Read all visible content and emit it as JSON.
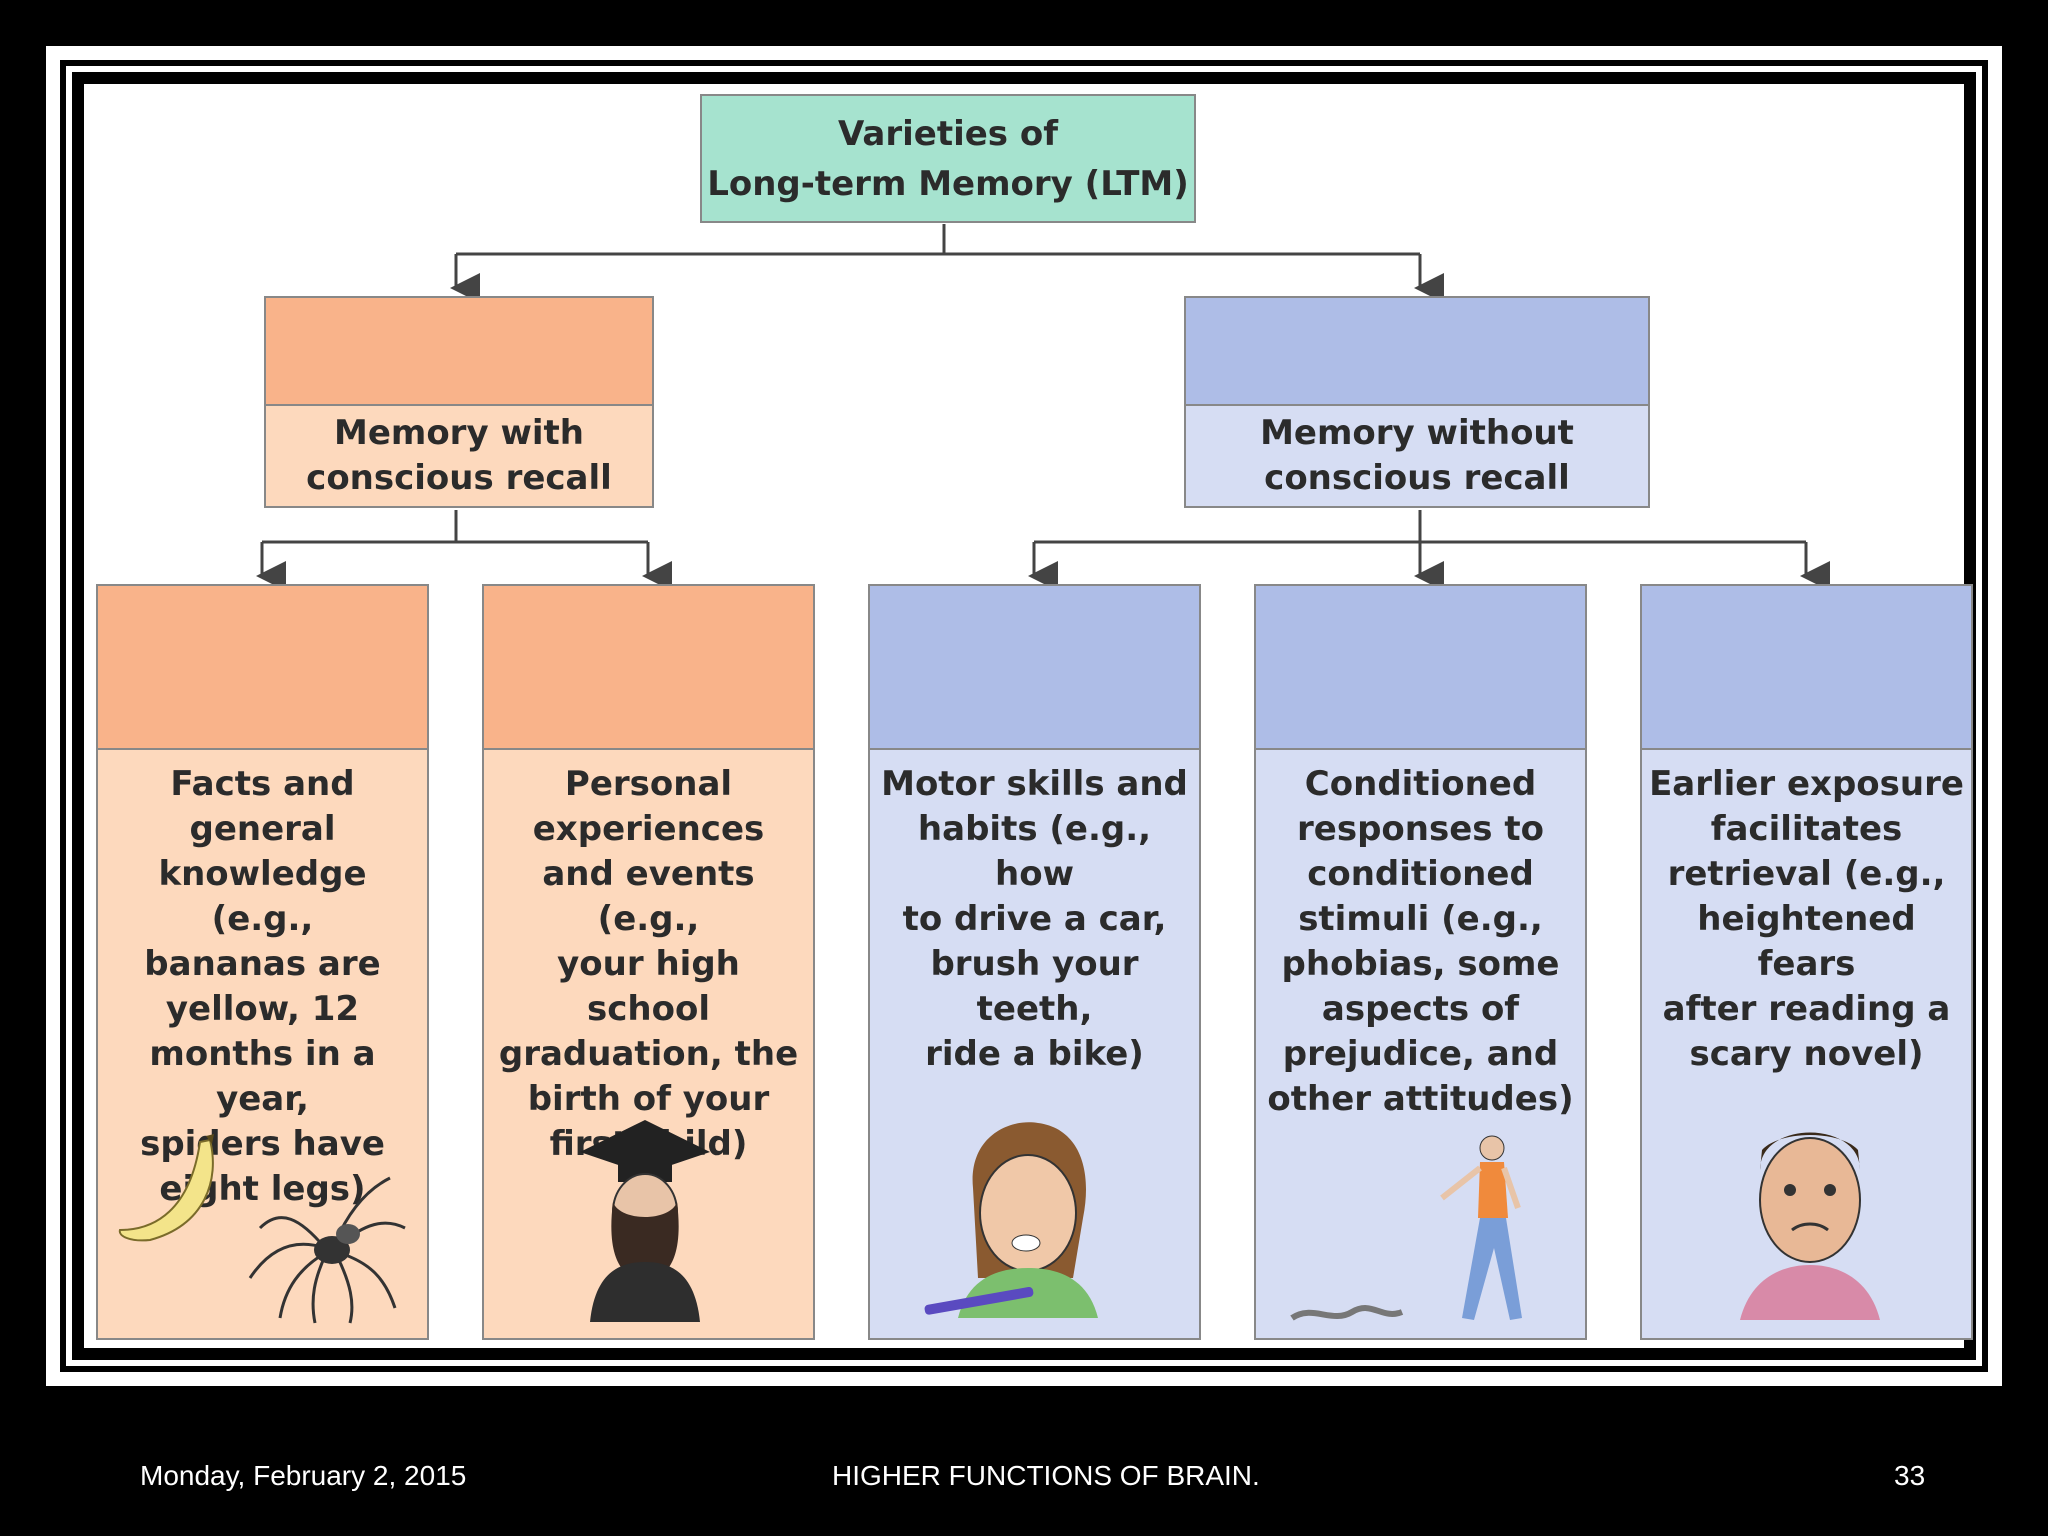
{
  "root": {
    "line1": "Varieties of",
    "line2": "Long-term Memory (LTM)"
  },
  "level1": [
    {
      "lines": [
        "Memory with",
        "conscious recall"
      ]
    },
    {
      "lines": [
        "Memory without",
        "conscious recall"
      ]
    }
  ],
  "leaves": [
    {
      "lines": [
        "Facts and",
        "general",
        "knowledge (e.g.,",
        "bananas are",
        "yellow, 12",
        "months in a year,",
        "spiders have",
        "eight legs)"
      ]
    },
    {
      "lines": [
        "Personal",
        "experiences",
        "and events (e.g.,",
        "your high school",
        "graduation, the",
        "birth of your",
        "first child)"
      ]
    },
    {
      "lines": [
        "Motor skills and",
        "habits (e.g., how",
        "to drive a car,",
        "brush your teeth,",
        "ride a bike)"
      ]
    },
    {
      "lines": [
        "Conditioned",
        "responses to",
        "conditioned",
        "stimuli (e.g.,",
        "phobias, some",
        "aspects of",
        "prejudice, and",
        "other attitudes)"
      ]
    },
    {
      "lines": [
        "Earlier exposure",
        "facilitates",
        "retrieval (e.g.,",
        "heightened fears",
        "after reading a",
        "scary novel)"
      ]
    }
  ],
  "footer": {
    "date": "Monday, February 2, 2015",
    "title": "HIGHER FUNCTIONS OF BRAIN.",
    "page": "33"
  },
  "colors": {
    "root": "#a6e3cf",
    "conscious_header": "#f9b38a",
    "conscious_body": "#fdd9bd",
    "nonconscious_header": "#aebde7",
    "nonconscious_body": "#d6ddf3"
  },
  "illustrations": [
    "banana-icon",
    "spider-icon",
    "graduate-icon",
    "toothbrush-person-icon",
    "walking-person-snake-icon",
    "fearful-face-icon"
  ]
}
